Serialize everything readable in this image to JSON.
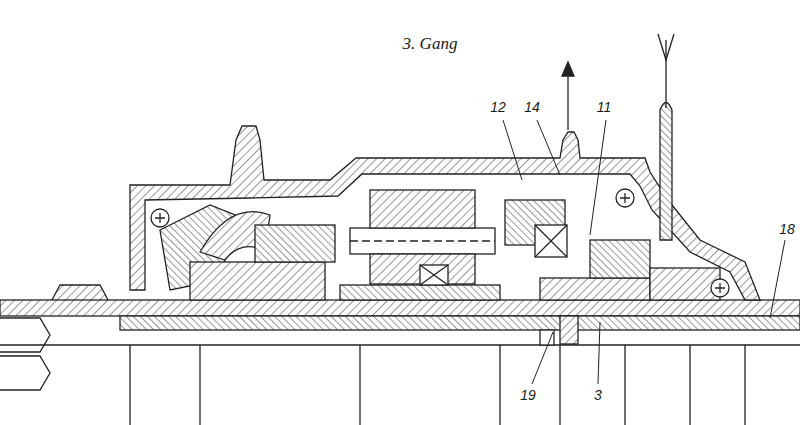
{
  "diagram": {
    "title": "3. Gang",
    "labels": [
      "12",
      "14",
      "11",
      "18",
      "19",
      "3"
    ]
  }
}
